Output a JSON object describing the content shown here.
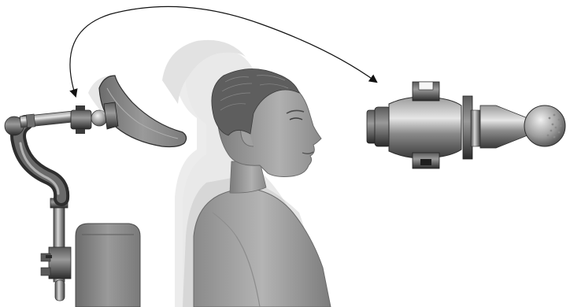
{
  "figure": {
    "kind": "technical-illustration",
    "components": [
      "headrest-mount-arm",
      "headrest-pad",
      "seated-person-motion-ghosts",
      "seat-back-cushion",
      "ball-joint-clamp-detail",
      "curved-callout-arrow"
    ],
    "colors": {
      "background": "#ffffff",
      "metal_dark": "#3a3a3a",
      "metal_mid": "#7a7a7a",
      "metal_light": "#c8c8c8",
      "skin": "#9c9c9c",
      "hair": "#6a6a6a",
      "arrow": "#111111"
    }
  }
}
